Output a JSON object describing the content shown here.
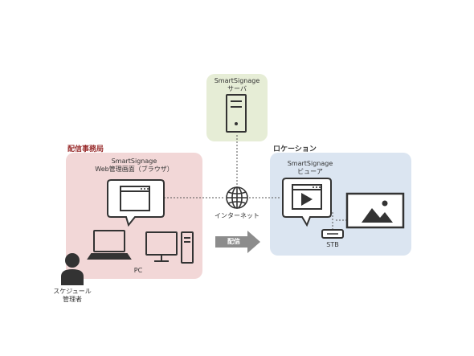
{
  "server": {
    "title": "SmartSignage",
    "subtitle": "サーバ"
  },
  "office": {
    "section_label": "配信事務局",
    "title": "SmartSignage",
    "subtitle": "Web管理画面（ブラウザ）",
    "pc_label": "PC"
  },
  "location": {
    "section_label": "ロケーション",
    "title": "SmartSignage",
    "subtitle": "ビューア",
    "stb_label": "STB"
  },
  "network": {
    "internet_label": "インターネット",
    "delivery_label": "配信"
  },
  "user": {
    "label_line1": "スケジュール",
    "label_line2": "管理者"
  },
  "colors": {
    "server_box": "#e6edd6",
    "office_box": "#f2d7d7",
    "location_box": "#dbe5f1",
    "arrow": "#8c8c8c",
    "section_label_red": "#9a2e2e",
    "icon_dark": "#333333"
  }
}
